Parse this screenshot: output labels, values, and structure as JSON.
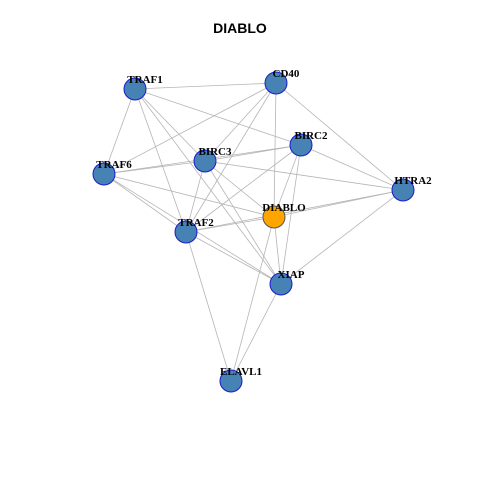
{
  "title": "DIABLO",
  "colors": {
    "node_fill": "#4682b4",
    "node_stroke": "#1a1acd",
    "focus_fill": "#ffa500",
    "focus_stroke": "#555555",
    "edge": "#b5b5b5"
  },
  "nodes": [
    {
      "id": "TRAF1",
      "label": "TRAF1",
      "focus": false
    },
    {
      "id": "CD40",
      "label": "CD40",
      "focus": false
    },
    {
      "id": "BIRC2",
      "label": "BIRC2",
      "focus": false
    },
    {
      "id": "BIRC3",
      "label": "BIRC3",
      "focus": false
    },
    {
      "id": "TRAF6",
      "label": "TRAF6",
      "focus": false
    },
    {
      "id": "HTRA2",
      "label": "HTRA2",
      "focus": false
    },
    {
      "id": "DIABLO",
      "label": "DIABLO",
      "focus": true
    },
    {
      "id": "TRAF2",
      "label": "TRAF2",
      "focus": false
    },
    {
      "id": "XIAP",
      "label": "XIAP",
      "focus": false
    },
    {
      "id": "ELAVL1",
      "label": "ELAVL1",
      "focus": false
    }
  ],
  "edges": [
    [
      "TRAF1",
      "CD40"
    ],
    [
      "TRAF1",
      "BIRC2"
    ],
    [
      "TRAF1",
      "BIRC3"
    ],
    [
      "TRAF1",
      "TRAF6"
    ],
    [
      "TRAF1",
      "TRAF2"
    ],
    [
      "TRAF1",
      "XIAP"
    ],
    [
      "CD40",
      "TRAF6"
    ],
    [
      "CD40",
      "BIRC3"
    ],
    [
      "CD40",
      "TRAF2"
    ],
    [
      "CD40",
      "DIABLO"
    ],
    [
      "CD40",
      "HTRA2"
    ],
    [
      "BIRC2",
      "TRAF6"
    ],
    [
      "BIRC2",
      "BIRC3"
    ],
    [
      "BIRC2",
      "HTRA2"
    ],
    [
      "BIRC2",
      "DIABLO"
    ],
    [
      "BIRC2",
      "TRAF2"
    ],
    [
      "BIRC2",
      "XIAP"
    ],
    [
      "BIRC3",
      "TRAF2"
    ],
    [
      "BIRC3",
      "XIAP"
    ],
    [
      "BIRC3",
      "HTRA2"
    ],
    [
      "BIRC3",
      "DIABLO"
    ],
    [
      "BIRC3",
      "TRAF6"
    ],
    [
      "TRAF6",
      "DIABLO"
    ],
    [
      "TRAF6",
      "TRAF2"
    ],
    [
      "TRAF6",
      "XIAP"
    ],
    [
      "HTRA2",
      "DIABLO"
    ],
    [
      "HTRA2",
      "XIAP"
    ],
    [
      "HTRA2",
      "TRAF2"
    ],
    [
      "DIABLO",
      "XIAP"
    ],
    [
      "DIABLO",
      "TRAF2"
    ],
    [
      "DIABLO",
      "ELAVL1"
    ],
    [
      "TRAF2",
      "XIAP"
    ],
    [
      "TRAF2",
      "ELAVL1"
    ],
    [
      "XIAP",
      "ELAVL1"
    ]
  ]
}
